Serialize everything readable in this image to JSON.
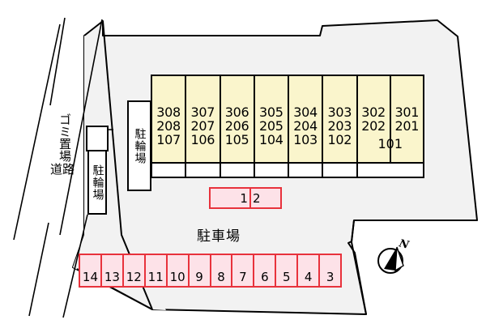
{
  "map": {
    "kind": "property-site-plan",
    "colors": {
      "site_fill": "#f2f2f2",
      "site_outline": "#000000",
      "building_fill": "#faf5cc",
      "building_outline": "#000000",
      "parking_fill": "#fde2e8",
      "parking_outline": "#e8323c",
      "text": "#000000",
      "page_background": "#ffffff"
    }
  },
  "building": {
    "name": "apartment-building",
    "units": [
      {
        "floor3": "308",
        "floor2": "208",
        "floor1": "107"
      },
      {
        "floor3": "307",
        "floor2": "207",
        "floor1": "106"
      },
      {
        "floor3": "306",
        "floor2": "206",
        "floor1": "105"
      },
      {
        "floor3": "305",
        "floor2": "205",
        "floor1": "104"
      },
      {
        "floor3": "304",
        "floor2": "204",
        "floor1": "103"
      },
      {
        "floor3": "303",
        "floor2": "203",
        "floor1": "102"
      },
      {
        "floor3": "302",
        "floor2": "202",
        "floor1": ""
      },
      {
        "floor3": "301",
        "floor2": "201",
        "floor1": ""
      }
    ],
    "wide_unit_floor1_label": "101",
    "wide_unit_note": "101 spans the last two columns on the first floor"
  },
  "facilities": {
    "trash_area_label": "ゴミ置場",
    "road_label": "道路",
    "bicycle_parking_label_a": "駐輪場",
    "bicycle_parking_label_b": "駐輪場",
    "parking_lot_label": "駐車場"
  },
  "parking": {
    "upper_stalls": [
      "1",
      "2"
    ],
    "lower_stalls": [
      "14",
      "13",
      "12",
      "11",
      "10",
      "9",
      "8",
      "7",
      "6",
      "5",
      "4",
      "3"
    ]
  },
  "compass": {
    "north_label": "N"
  }
}
